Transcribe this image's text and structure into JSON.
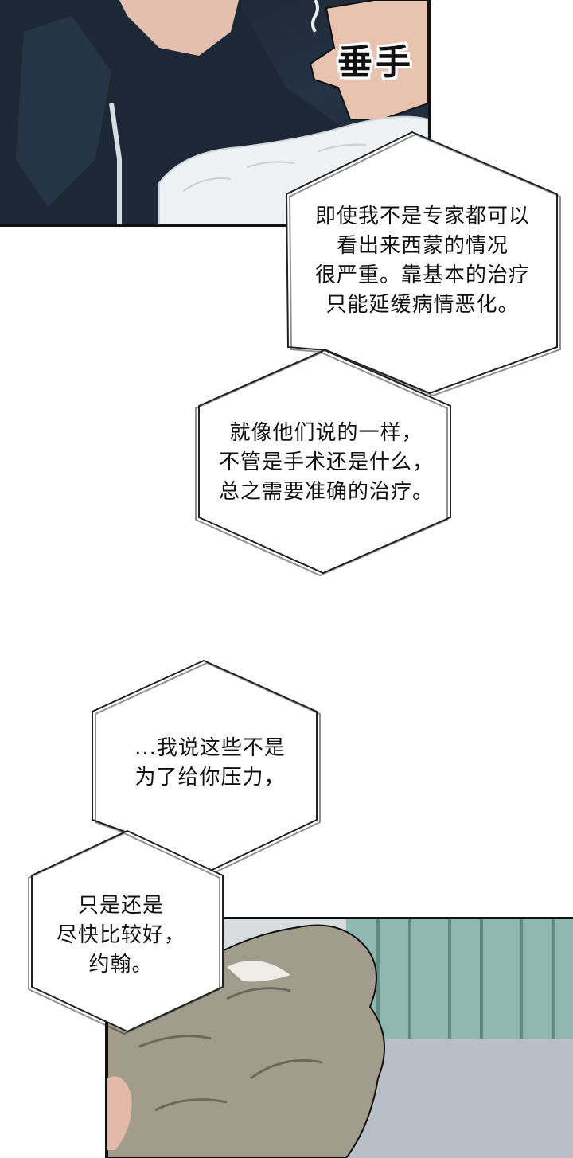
{
  "sfx": {
    "text": "垂手"
  },
  "bubbles": {
    "b1": {
      "text": "即使我不是专家都可以\n看出来西蒙的情况\n很严重。靠基本的治疗\n只能延缓病情恶化。"
    },
    "b2": {
      "text": "就像他们说的一样，\n不管是手术还是什么，\n总之需要准确的治疗。"
    },
    "b3": {
      "text": "...我说这些不是\n为了给你压力，"
    },
    "b4": {
      "text": "只是还是\n尽快比较好，\n约翰。"
    }
  },
  "colors": {
    "jacket": "#1f2a38",
    "skin": "#e8c3b0",
    "fur": "#ecf0f2",
    "hair": "#a29c8d",
    "curtain": "#8fb9b0",
    "wall": "#d9dcdc",
    "ink": "#111111"
  }
}
